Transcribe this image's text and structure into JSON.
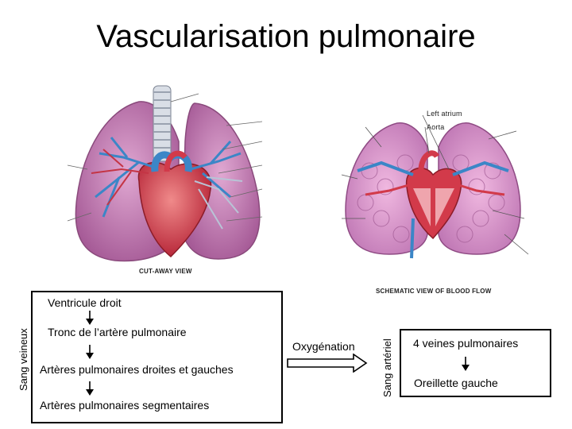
{
  "title": "Vascularisation pulmonaire",
  "illustrations": {
    "left_caption": "CUT-AWAY VIEW",
    "right_caption": "SCHEMATIC VIEW OF BLOOD FLOW",
    "right_label_1": "Left atrium",
    "right_label_2": "Aorta"
  },
  "venous_box": {
    "side_label": "Sang veineux",
    "steps": [
      "Ventricule droit",
      "Tronc de l’artère pulmonaire",
      "Artères pulmonaires droites et gauches",
      "Artères pulmonaires segmentaires"
    ]
  },
  "oxygenation_label": "Oxygénation",
  "arterial_box": {
    "side_label": "Sang artériel",
    "steps": [
      "4 veines pulmonaires",
      "Oreillette gauche"
    ]
  },
  "colors": {
    "lung_pink": "#c77fb6",
    "artery_blue": "#3b86c7",
    "heart_red": "#d23a4a"
  }
}
